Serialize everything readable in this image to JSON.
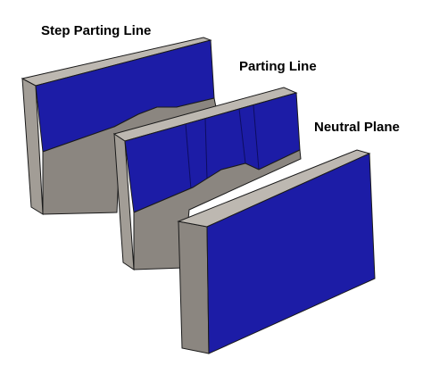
{
  "labels": {
    "step_parting_line": "Step Parting Line",
    "parting_line": "Parting Line",
    "neutral_plane": "Neutral Plane"
  },
  "colors": {
    "background": "#ffffff",
    "blue_face": "#1c1ca6",
    "blue_face_dark": "#15158c",
    "gray_front": "#8b8680",
    "gray_side": "#a29d96",
    "gray_top": "#bdb8b1",
    "edge": "#1a1a1a",
    "text": "#000000"
  }
}
